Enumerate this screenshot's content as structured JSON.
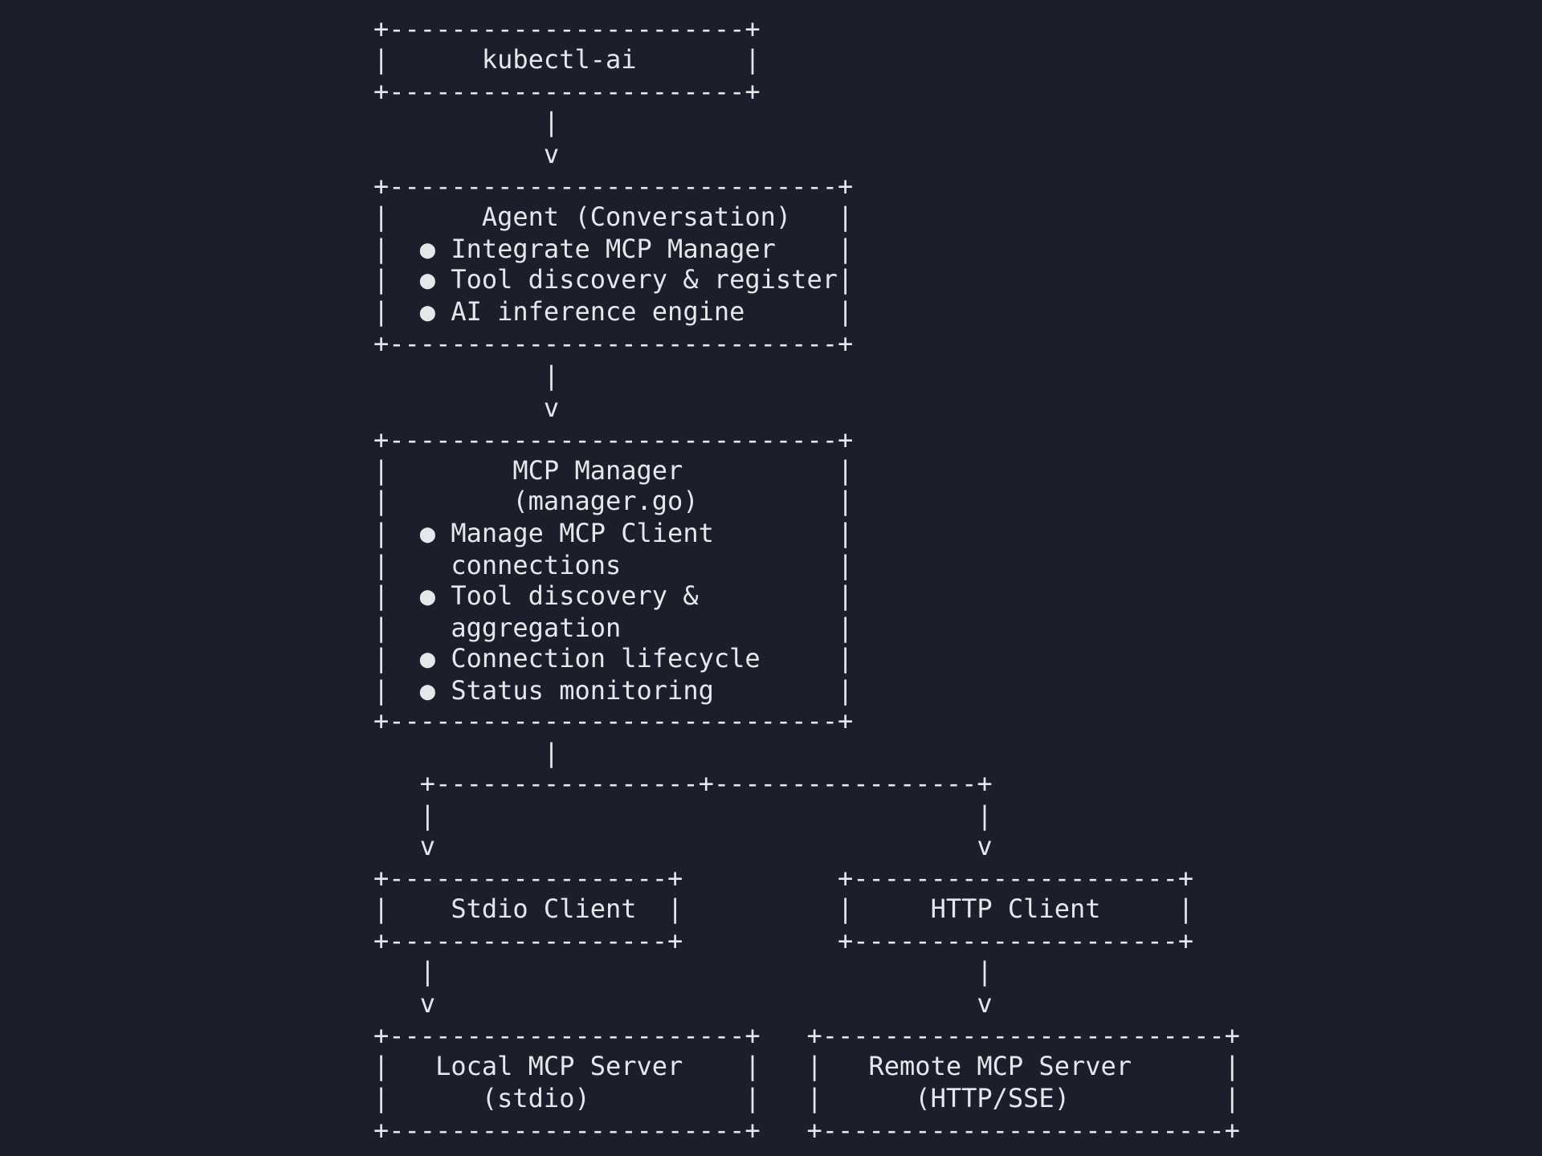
{
  "diagram": {
    "lines": [
      "+-----------------------+",
      "|      kubectl-ai       |",
      "+-----------------------+",
      "           |",
      "           v",
      "+-----------------------------+",
      "|      Agent (Conversation)   |",
      "|  ● Integrate MCP Manager    |",
      "|  ● Tool discovery & register|",
      "|  ● AI inference engine      |",
      "+-----------------------------+",
      "           |",
      "           v",
      "+-----------------------------+",
      "|        MCP Manager          |",
      "|        (manager.go)         |",
      "|  ● Manage MCP Client        |",
      "|    connections              |",
      "|  ● Tool discovery &         |",
      "|    aggregation              |",
      "|  ● Connection lifecycle     |",
      "|  ● Status monitoring        |",
      "+-----------------------------+",
      "           |",
      "   +-----------------+-----------------+",
      "   |                                   |",
      "   v                                   v",
      "+------------------+          +---------------------+",
      "|    Stdio Client  |          |     HTTP Client     |",
      "+------------------+          +---------------------+",
      "   |                                   |",
      "   v                                   v",
      "+-----------------------+   +--------------------------+",
      "|   Local MCP Server    |   |   Remote MCP Server      |",
      "|      (stdio)          |   |      (HTTP/SSE)          |",
      "+-----------------------+   +--------------------------+"
    ]
  }
}
